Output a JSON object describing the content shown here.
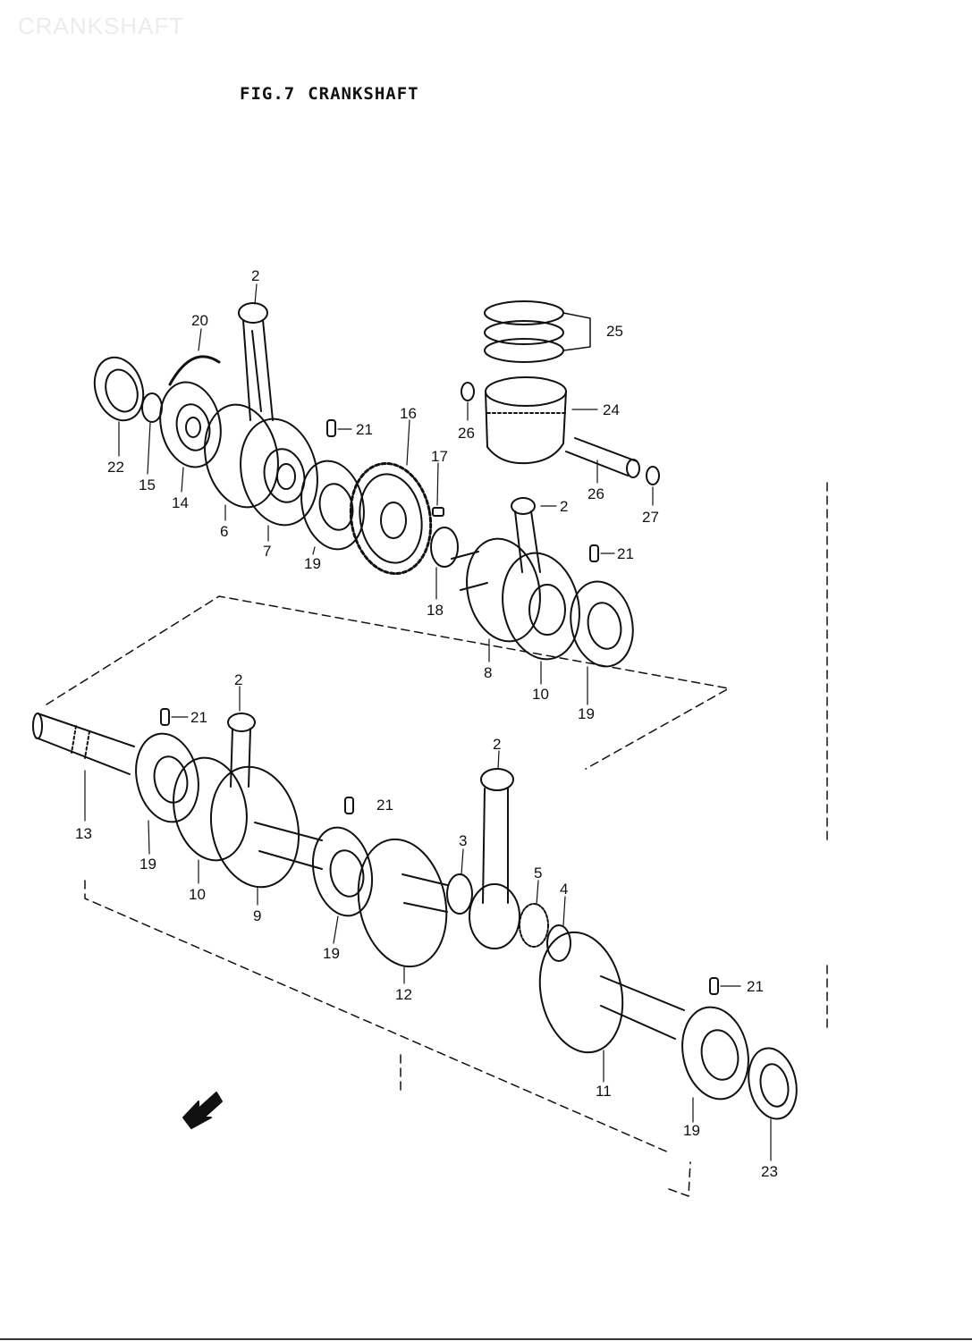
{
  "watermark": "CRANKSHAFT",
  "figure": {
    "number": "FIG.7",
    "title": "CRANKSHAFT"
  },
  "callouts": [
    {
      "id": "c1",
      "label": "2"
    },
    {
      "id": "c2",
      "label": "20"
    },
    {
      "id": "c3",
      "label": "22"
    },
    {
      "id": "c4",
      "label": "15"
    },
    {
      "id": "c5",
      "label": "14"
    },
    {
      "id": "c6",
      "label": "6"
    },
    {
      "id": "c7",
      "label": "7"
    },
    {
      "id": "c8",
      "label": "21"
    },
    {
      "id": "c9",
      "label": "19"
    },
    {
      "id": "c10",
      "label": "16"
    },
    {
      "id": "c11",
      "label": "17"
    },
    {
      "id": "c12",
      "label": "25"
    },
    {
      "id": "c13",
      "label": "24"
    },
    {
      "id": "c14",
      "label": "26"
    },
    {
      "id": "c15",
      "label": "26"
    },
    {
      "id": "c16",
      "label": "27"
    },
    {
      "id": "c17",
      "label": "2"
    },
    {
      "id": "c18",
      "label": "21"
    },
    {
      "id": "c19",
      "label": "18"
    },
    {
      "id": "c20",
      "label": "8"
    },
    {
      "id": "c21",
      "label": "10"
    },
    {
      "id": "c22",
      "label": "19"
    },
    {
      "id": "c23",
      "label": "2"
    },
    {
      "id": "c24",
      "label": "21"
    },
    {
      "id": "c25",
      "label": "13"
    },
    {
      "id": "c26",
      "label": "19"
    },
    {
      "id": "c27",
      "label": "10"
    },
    {
      "id": "c28",
      "label": "9"
    },
    {
      "id": "c29",
      "label": "21"
    },
    {
      "id": "c30",
      "label": "19"
    },
    {
      "id": "c31",
      "label": "12"
    },
    {
      "id": "c32",
      "label": "3"
    },
    {
      "id": "c33",
      "label": "2"
    },
    {
      "id": "c34",
      "label": "5"
    },
    {
      "id": "c35",
      "label": "4"
    },
    {
      "id": "c36",
      "label": "21"
    },
    {
      "id": "c37",
      "label": "11"
    },
    {
      "id": "c38",
      "label": "19"
    },
    {
      "id": "c39",
      "label": "23"
    }
  ]
}
